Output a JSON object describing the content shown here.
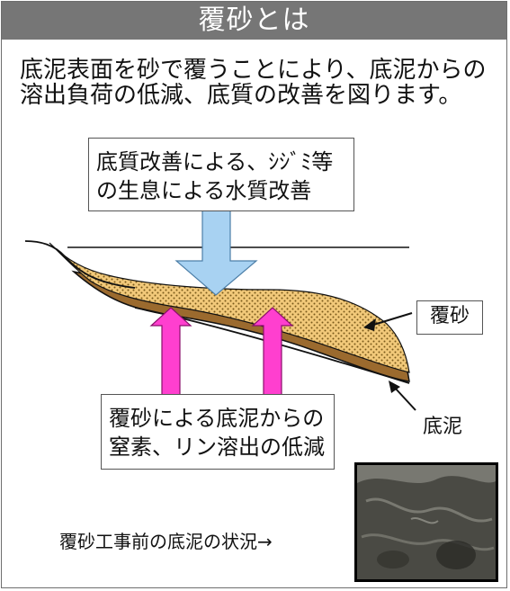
{
  "title": "覆砂とは",
  "intro": "底泥表面を砂で覆うことにより、底泥からの溶出負荷の低減、底質の改善を図ります。",
  "callout_top": "底質改善による、ｼｼﾞﾐ等の生息による水質改善",
  "callout_bottom": "覆砂による底泥からの窒素、リン溶出の低減",
  "label_sand": "覆砂",
  "label_sediment": "底泥",
  "photo_caption": "覆砂工事前の底泥の状況→",
  "colors": {
    "title_bg": "#767676",
    "sand": "#f2c97a",
    "sediment": "#9b6a2e",
    "down_arrow": "#a8d2f2",
    "up_arrow": "#ff3fcf"
  }
}
